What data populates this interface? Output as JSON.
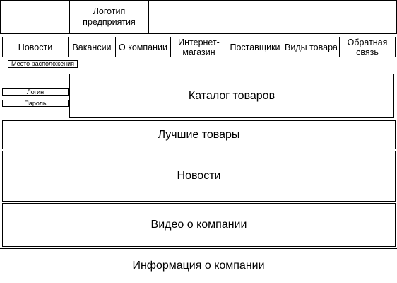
{
  "header": {
    "logo_text": "Логотип\nпредприятия"
  },
  "nav": {
    "items": [
      {
        "label": "Новости"
      },
      {
        "label": "Вакансии"
      },
      {
        "label": "О компании"
      },
      {
        "label": "Интернет-\nмагазин"
      },
      {
        "label": "Поставщики"
      },
      {
        "label": "Виды товара"
      },
      {
        "label": "Обратная\nсвязь"
      }
    ]
  },
  "location_label": "Место расположения",
  "auth": {
    "login_label": "Логин",
    "password_label": "Пароль"
  },
  "sections": {
    "catalog": "Каталог товаров",
    "best_products": "Лучшие товары",
    "news": "Новости",
    "video": "Видео о компании",
    "company_info": "Информация о компании"
  }
}
